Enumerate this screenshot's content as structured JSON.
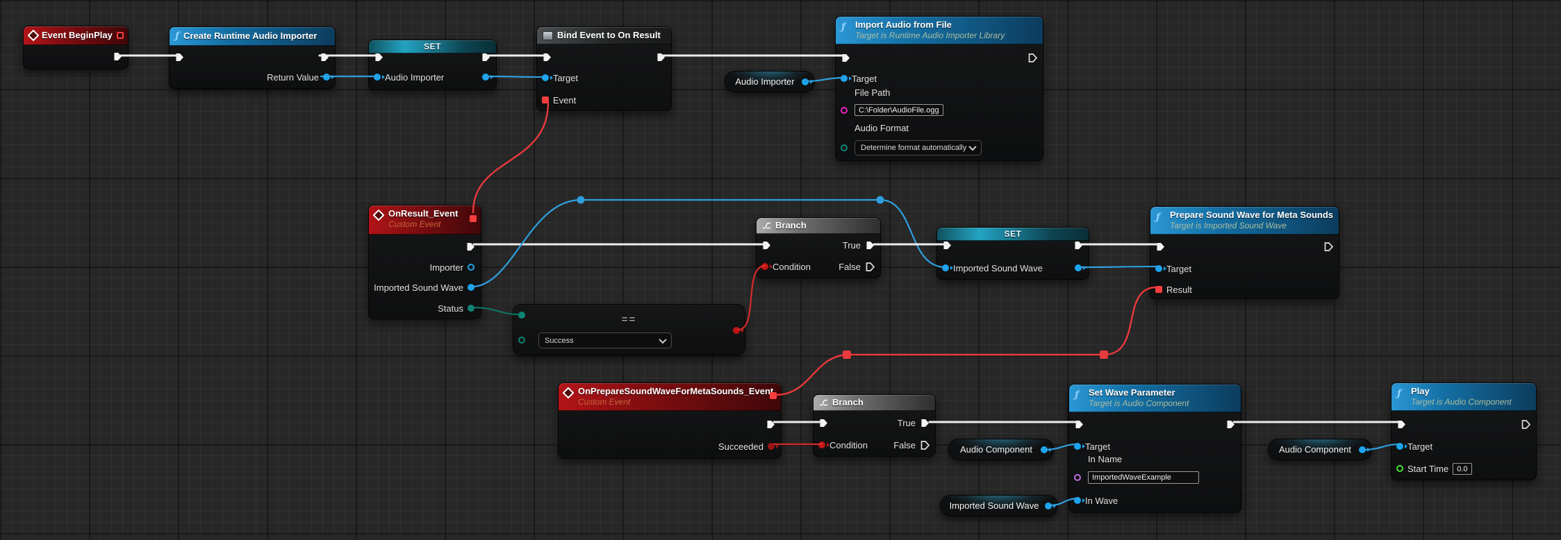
{
  "graph": {
    "colors": {
      "exec_wire": "#ededed",
      "object_wire": "#2f9fdf",
      "delegate_wire": "#e8393d",
      "bool_wire": "#d42b2b",
      "enum_wire": "#0d7a66",
      "pin_object": "#1ba5f0",
      "pin_delegate": "#f93e3e",
      "pin_bool": "#c21616",
      "pin_bool_dark": "#9c1414",
      "pin_enum": "#0e8574",
      "pin_string": "#ef23c2",
      "pin_name": "#b86ee0",
      "pin_float": "#46e034"
    },
    "nodes": {
      "begin_play": {
        "title": "Event BeginPlay"
      },
      "create_importer": {
        "title": "Create Runtime Audio Importer",
        "return_pin": "Return Value"
      },
      "set_audio_importer": {
        "title": "SET",
        "var_pin": "Audio Importer"
      },
      "bind_event": {
        "title": "Bind Event to On Result",
        "target_pin": "Target",
        "event_pin": "Event"
      },
      "audio_importer_getter": {
        "label": "Audio Importer"
      },
      "import_audio": {
        "title": "Import Audio from File",
        "subtitle": "Target is Runtime Audio Importer Library",
        "target_pin": "Target",
        "file_path_label": "File Path",
        "file_path_value": "C:\\Folder\\AudioFile.ogg",
        "audio_format_label": "Audio Format",
        "audio_format_value": "Determine format automatically"
      },
      "on_result": {
        "title": "OnResult_Event",
        "subtitle": "Custom Event",
        "importer_pin": "Importer",
        "wave_pin": "Imported Sound Wave",
        "status_pin": "Status"
      },
      "equal_enum": {
        "operator": "==",
        "value": "Success"
      },
      "branch1": {
        "title": "Branch",
        "condition_pin": "Condition",
        "true_pin": "True",
        "false_pin": "False"
      },
      "set_imported_wave": {
        "title": "SET",
        "var_pin": "Imported Sound Wave"
      },
      "prepare": {
        "title": "Prepare Sound Wave for Meta Sounds",
        "subtitle": "Target is Imported Sound Wave",
        "target_pin": "Target",
        "result_pin": "Result"
      },
      "on_prepare": {
        "title": "OnPrepareSoundWaveForMetaSounds_Event",
        "subtitle": "Custom Event",
        "succeeded_pin": "Succeeded"
      },
      "branch2": {
        "title": "Branch",
        "condition_pin": "Condition",
        "true_pin": "True",
        "false_pin": "False"
      },
      "audio_component_getter1": {
        "label": "Audio Component"
      },
      "imported_sound_wave_getter": {
        "label": "Imported Sound Wave"
      },
      "set_wave_parameter": {
        "title": "Set Wave Parameter",
        "subtitle": "Target is Audio Component",
        "target_pin": "Target",
        "in_name_label": "In Name",
        "in_name_value": "ImportedWaveExample",
        "in_wave_pin": "In Wave"
      },
      "audio_component_getter2": {
        "label": "Audio Component"
      },
      "play": {
        "title": "Play",
        "subtitle": "Target is Audio Component",
        "target_pin": "Target",
        "start_time_label": "Start Time",
        "start_time_value": "0.0"
      }
    }
  }
}
